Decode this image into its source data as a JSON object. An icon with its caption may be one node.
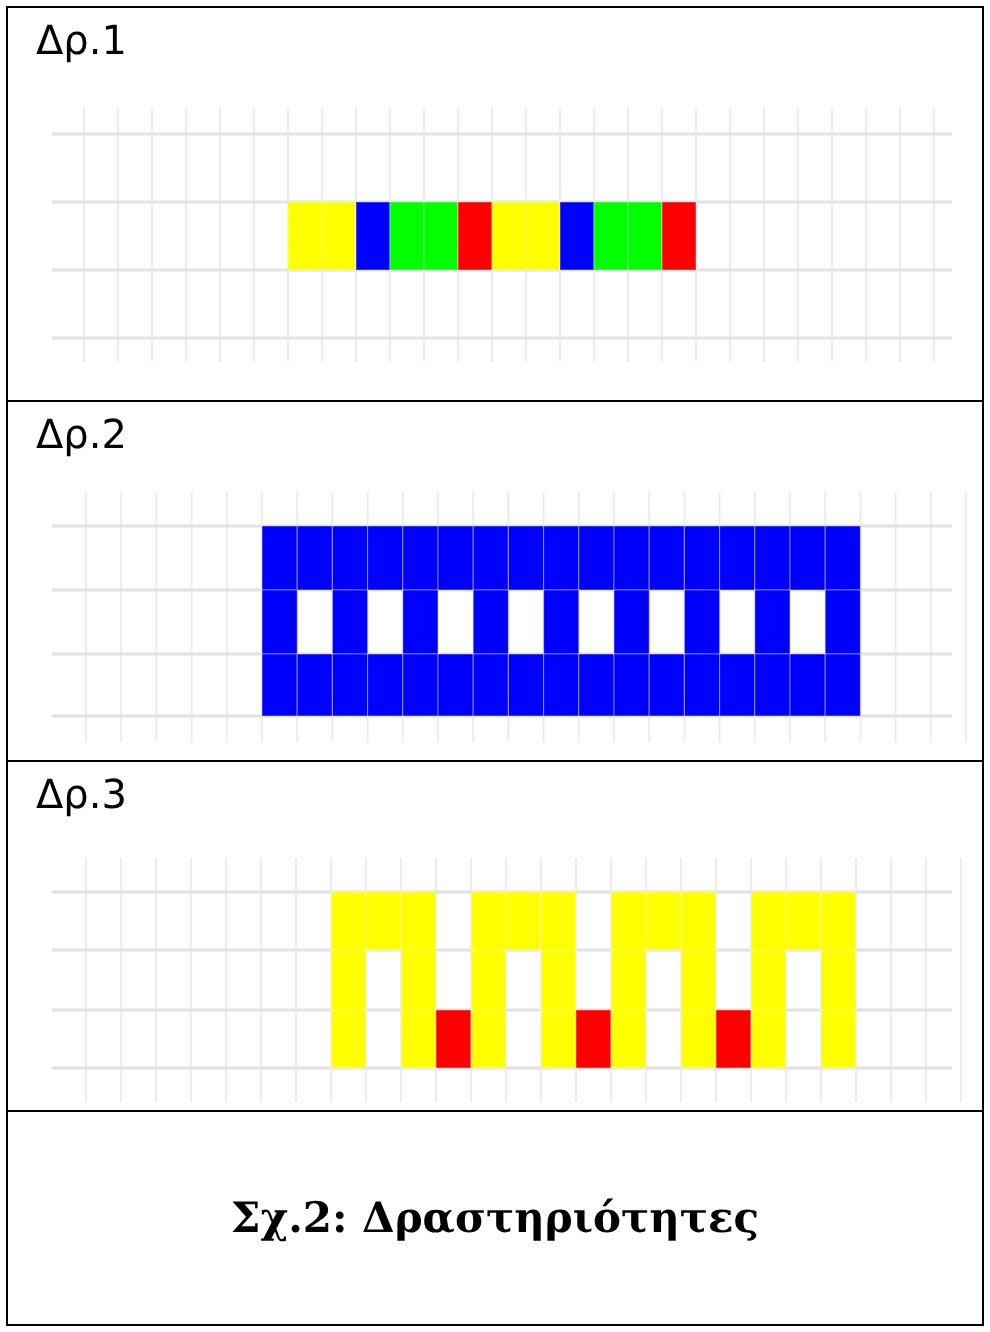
{
  "diagram": {
    "caption": "Σχ.2: Δραστηριότητες",
    "nodes": [
      {
        "text": [
          "Δρ.1"
        ]
      },
      {
        "text": [
          "Δρ.2"
        ]
      },
      {
        "text": [
          "Δρ.3"
        ]
      }
    ]
  }
}
